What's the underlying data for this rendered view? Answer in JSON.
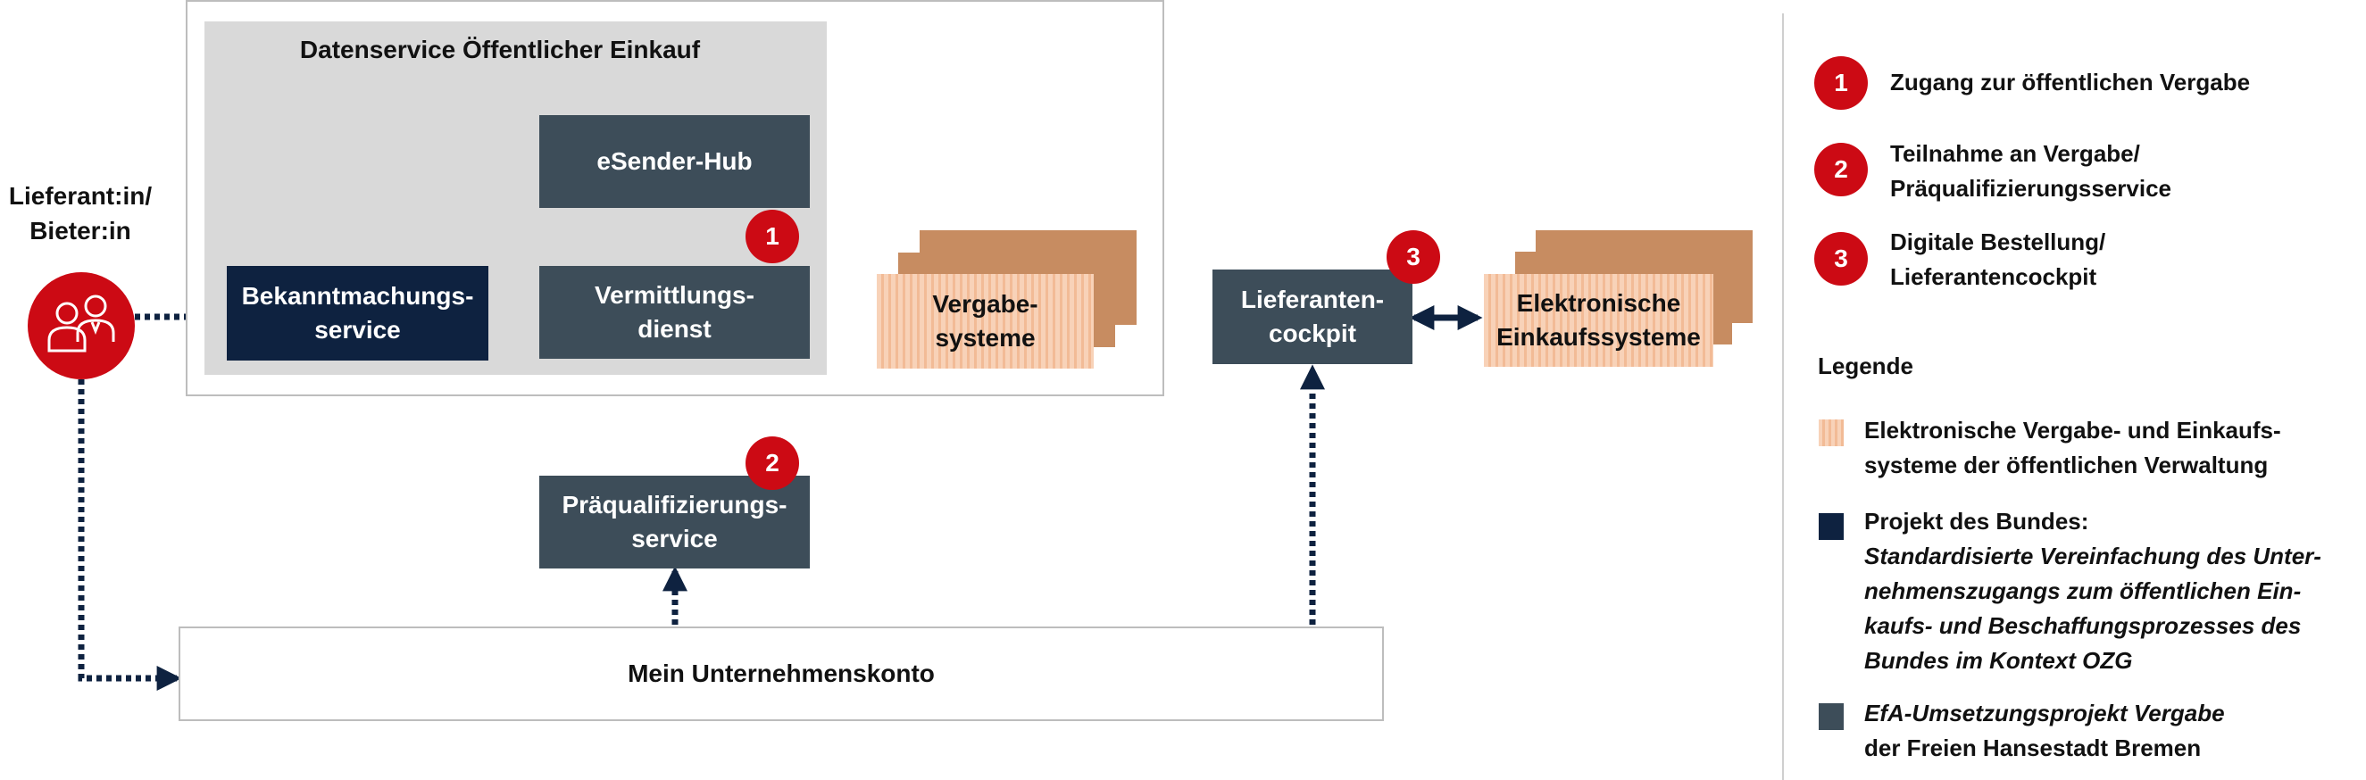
{
  "actor": {
    "label": "Lieferant:in/\nBieter:in",
    "icon": "people-icon"
  },
  "datenservice": {
    "title": "Datenservice Öffentlicher Einkauf"
  },
  "nodes": {
    "esender_hub": "eSender-Hub",
    "vermittlungsdienst": "Vermittlungs-\ndienst",
    "bekanntmachungsservice": "Bekanntmachungs-\nservice",
    "vergabesysteme": "Vergabe-\nsysteme",
    "praequalifizierungsservice": "Präqualifizierungs-\nservice",
    "lieferantencockpit": "Lieferanten-\ncockpit",
    "elektronische_einkaufssysteme": "Elektronische\nEinkaufssysteme",
    "mein_unternehmenskonto": "Mein Unternehmenskonto"
  },
  "badges": {
    "one": "1",
    "two": "2",
    "three": "3"
  },
  "numbered_items": [
    {
      "number": "1",
      "text": "Zugang zur öffentlichen Vergabe"
    },
    {
      "number": "2",
      "text": "Teilnahme an Vergabe/\nPräqualifizierungsservice"
    },
    {
      "number": "3",
      "text": "Digitale Bestellung/\nLieferantencockpit"
    }
  ],
  "legend": {
    "title": "Legende",
    "items": [
      {
        "swatch": "peach-striped",
        "text": "Elektronische Vergabe- und Einkaufs-\nsysteme der öffentlichen Verwaltung"
      },
      {
        "swatch": "navy",
        "title": "Projekt des Bundes:",
        "text": "Standardisierte Vereinfachung des Unter-\nnehmenszugangs zum öffentlichen Ein-\nkaufs- und Beschaffungsprozesses des\nBundes im Kontext OZG"
      },
      {
        "swatch": "slate",
        "title": "EfA-Umsetzungsprojekt Vergabe",
        "text": "der Freien Hansestadt Bremen"
      }
    ]
  },
  "colors": {
    "red": "#cc0a14",
    "navy": "#0e2240",
    "slate": "#3d4d59",
    "peach": "#f2bb96",
    "peach_dark": "#c78c61",
    "panel_gray": "#d9d9d9"
  }
}
